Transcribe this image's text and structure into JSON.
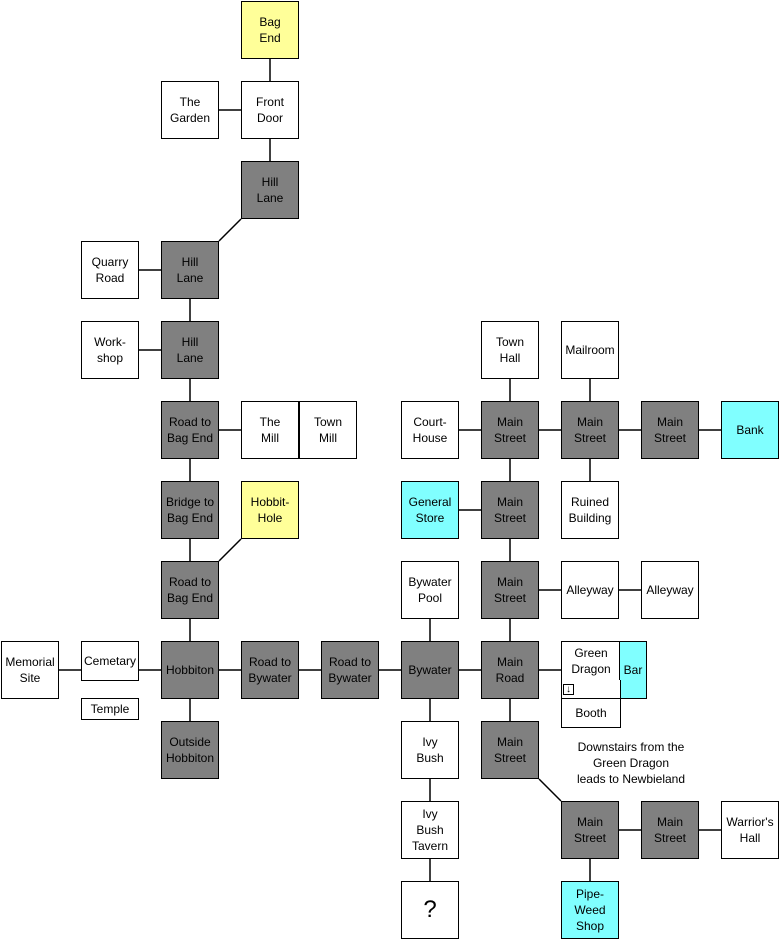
{
  "rooms": {
    "bag_end": "Bag\nEnd",
    "the_garden": "The\nGarden",
    "front_door": "Front\nDoor",
    "hill_lane_1": "Hill\nLane",
    "quarry_road": "Quarry\nRoad",
    "hill_lane_2": "Hill\nLane",
    "workshop": "Work-\nshop",
    "hill_lane_3": "Hill\nLane",
    "road_to_bag_end_1": "Road to\nBag End",
    "the_mill": "The\nMill",
    "town_mill": "Town\nMill",
    "bridge_to_bag_end": "Bridge to\nBag End",
    "hobbit_hole": "Hobbit-\nHole",
    "road_to_bag_end_2": "Road to\nBag End",
    "memorial_site": "Memorial\nSite",
    "cemetary": "Cemetary",
    "temple": "Temple",
    "hobbiton": "Hobbiton",
    "outside_hobbiton": "Outside\nHobbiton",
    "road_to_bywater_1": "Road to\nBywater",
    "road_to_bywater_2": "Road to\nBywater",
    "bywater": "Bywater",
    "bywater_pool": "Bywater\nPool",
    "ivy_bush": "Ivy\nBush",
    "ivy_bush_tavern": "Ivy\nBush\nTavern",
    "unknown": "?",
    "town_hall": "Town\nHall",
    "mailroom": "Mailroom",
    "court_house": "Court-\nHouse",
    "main_street_1": "Main\nStreet",
    "main_street_2": "Main\nStreet",
    "main_street_3": "Main\nStreet",
    "bank": "Bank",
    "general_store": "General\nStore",
    "main_street_4": "Main\nStreet",
    "ruined_building": "Ruined\nBuilding",
    "main_street_5": "Main\nStreet",
    "alleyway_1": "Alleyway",
    "alleyway_2": "Alleyway",
    "main_road": "Main\nRoad",
    "green_dragon": "Green\nDragon",
    "bar": "Bar",
    "booth": "Booth",
    "main_street_6": "Main\nStreet",
    "main_street_7": "Main\nStreet",
    "main_street_8": "Main\nStreet",
    "warriors_hall": "Warrior's\nHall",
    "pipe_weed_shop": "Pipe-\nWeed\nShop"
  },
  "stairs_icon": "arrow-down-icon",
  "stairs_glyph": "↓",
  "note": "Downstairs from the\nGreen Dragon\nleads to Newbieland",
  "colors": {
    "street": "#808080",
    "home": "#ffff99",
    "shop": "#80ffff",
    "plain": "#ffffff"
  }
}
